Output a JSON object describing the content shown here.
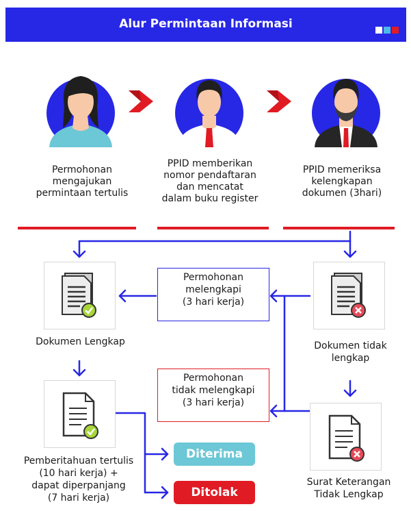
{
  "header": {
    "title": "Alur Permintaan Informasi",
    "accent_squares": [
      "#ffffff",
      "#4ab8e8",
      "#e01b24"
    ],
    "background": "#2727e6"
  },
  "steps": [
    {
      "text": "Permohonan mengajukan permintaan tertulis",
      "lines": [
        "Permohonan",
        "mengajukan",
        "permintaan tertulis"
      ],
      "icon": "woman-applicant-icon"
    },
    {
      "text": "PPID memberikan nomor pendaftaran dan mencatat dalam buku register",
      "lines": [
        "PPID memberikan",
        "nomor pendaftaran",
        "dan mencatat",
        "dalam buku register"
      ],
      "icon": "officer-icon"
    },
    {
      "text": "PPID memeriksa kelengkapan dokumen (3hari)",
      "lines": [
        "PPID memeriksa",
        "kelengkapan",
        "dokumen (3hari)"
      ],
      "icon": "bearded-officer-icon"
    }
  ],
  "nodes": {
    "complete": {
      "lines": [
        "Dokumen Lengkap"
      ],
      "icon": "document-check-icon"
    },
    "incomplete": {
      "lines": [
        "Dokumen tidak",
        "lengkap"
      ],
      "icon": "document-cross-icon"
    },
    "notification": {
      "lines": [
        "Pemberitahuan tertulis",
        "(10 hari kerja) +",
        "dapat diperpanjang",
        "(7 hari kerja)"
      ],
      "icon": "letter-check-icon"
    },
    "certificate": {
      "lines": [
        "Surat Keterangan",
        "Tidak Lengkap"
      ],
      "icon": "letter-cross-icon"
    }
  },
  "notes": {
    "completes": {
      "lines": [
        "Permohonan",
        "melengkapi",
        "(3 hari kerja)"
      ],
      "border": "#2727e6"
    },
    "not_completes": {
      "lines": [
        "Permohonan",
        "tidak melengkapi",
        "(3 hari kerja)"
      ],
      "border": "#e01b24"
    }
  },
  "outcomes": {
    "accepted": {
      "label": "Diterima",
      "color": "#6cc7d6"
    },
    "rejected": {
      "label": "Ditolak",
      "color": "#e01b24"
    }
  },
  "colors": {
    "arrow": "#2727e6",
    "divider": "#e01b24",
    "chevron": "#e01b24"
  }
}
